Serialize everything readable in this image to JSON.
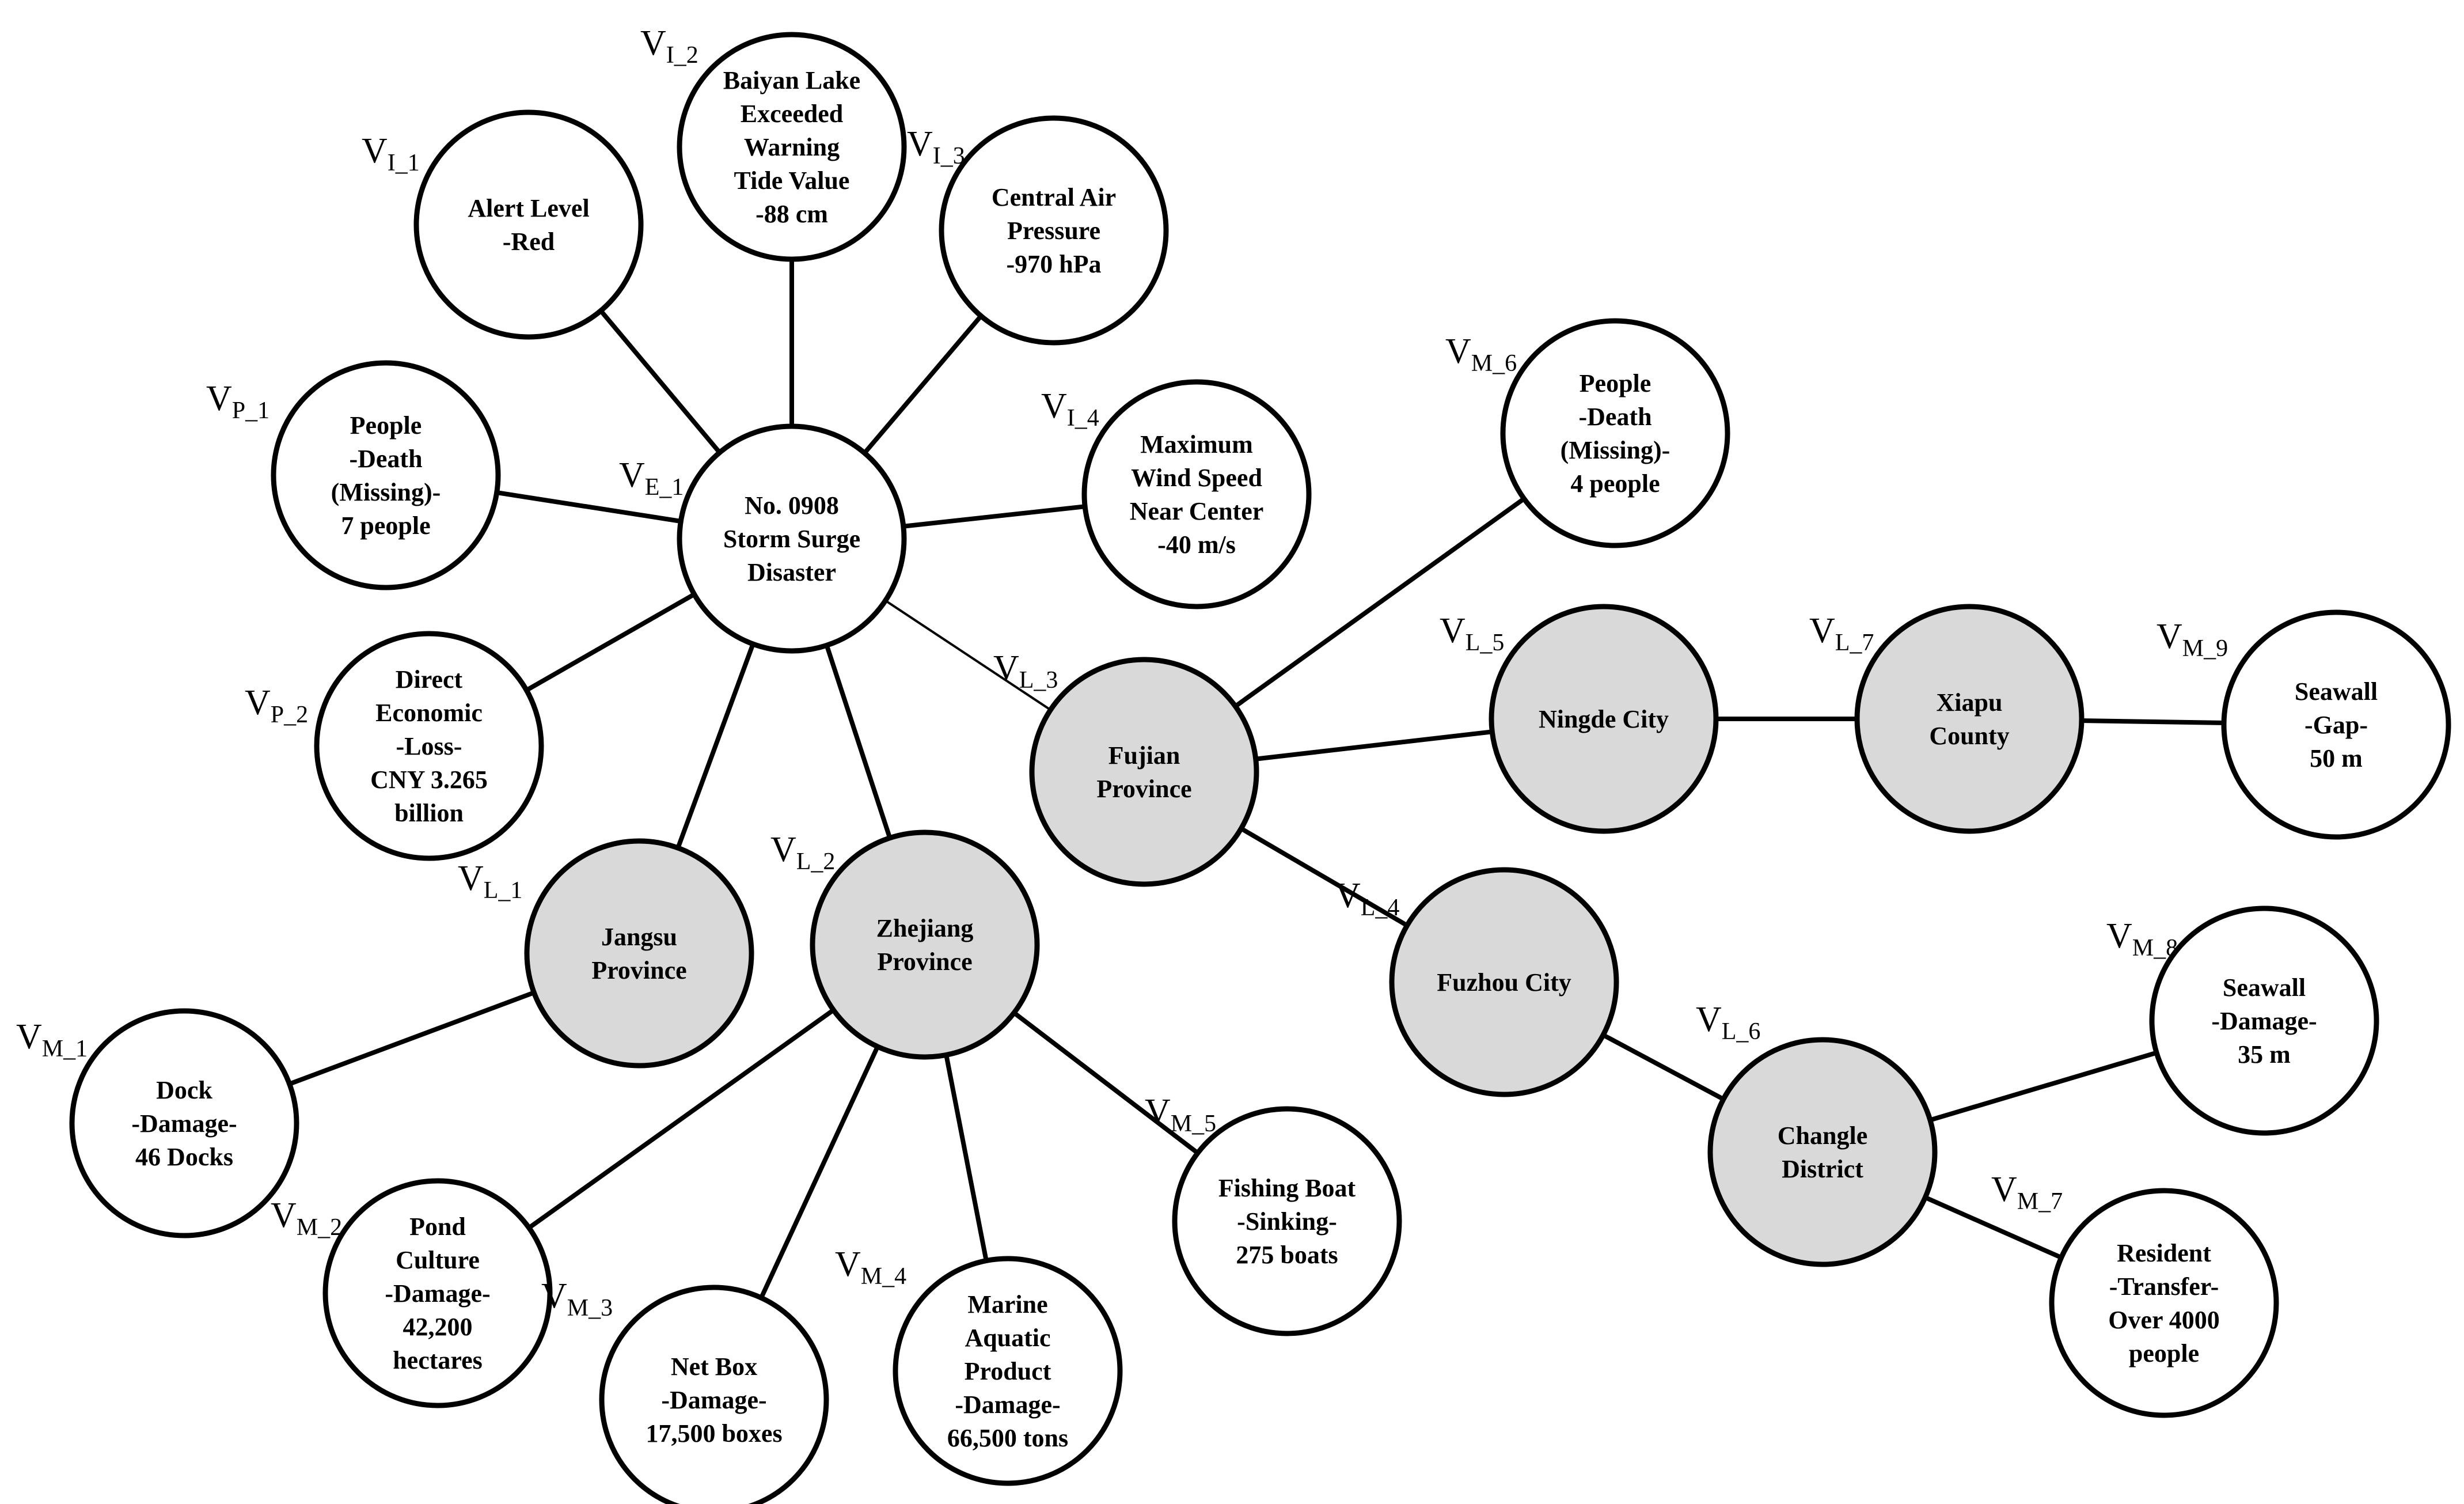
{
  "colors": {
    "event_fill": "#ffffff",
    "location_fill": "#d9d9d9",
    "attribute_fill": "#ffffff",
    "stroke": "#000000"
  },
  "nodes": [
    {
      "id": "E_1",
      "label": {
        "main": "V",
        "sub": "E_1"
      },
      "type": "event",
      "lines": [
        "No. 0908",
        "Storm Surge",
        "Disaster"
      ]
    },
    {
      "id": "I_1",
      "label": {
        "main": "V",
        "sub": "I_1"
      },
      "type": "attribute",
      "lines": [
        "Alert Level",
        "-Red"
      ]
    },
    {
      "id": "I_2",
      "label": {
        "main": "V",
        "sub": "I_2"
      },
      "type": "attribute",
      "lines": [
        "Baiyan Lake",
        "Exceeded",
        "Warning",
        "Tide Value",
        "-88 cm"
      ]
    },
    {
      "id": "I_3",
      "label": {
        "main": "V",
        "sub": "I_3"
      },
      "type": "attribute",
      "lines": [
        "Central Air",
        "Pressure",
        "-970 hPa"
      ]
    },
    {
      "id": "I_4",
      "label": {
        "main": "V",
        "sub": "I_4"
      },
      "type": "attribute",
      "lines": [
        "Maximum",
        "Wind Speed",
        "Near Center",
        "-40 m/s"
      ]
    },
    {
      "id": "P_1",
      "label": {
        "main": "V",
        "sub": "P_1"
      },
      "type": "attribute",
      "lines": [
        "People",
        "-Death",
        "(Missing)-",
        "7 people"
      ]
    },
    {
      "id": "P_2",
      "label": {
        "main": "V",
        "sub": "P_2"
      },
      "type": "attribute",
      "lines": [
        "Direct",
        "Economic",
        "-Loss-",
        "CNY 3.265",
        "billion"
      ]
    },
    {
      "id": "L_1",
      "label": {
        "main": "V",
        "sub": "L_1"
      },
      "type": "location",
      "lines": [
        "Jangsu",
        "Province"
      ]
    },
    {
      "id": "L_2",
      "label": {
        "main": "V",
        "sub": "L_2"
      },
      "type": "location",
      "lines": [
        "Zhejiang",
        "Province"
      ]
    },
    {
      "id": "L_3",
      "label": {
        "main": "V",
        "sub": "L_3"
      },
      "type": "location",
      "lines": [
        "Fujian",
        "Province"
      ]
    },
    {
      "id": "L_4",
      "label": {
        "main": "V",
        "sub": "L_4"
      },
      "type": "location",
      "lines": [
        "Fuzhou City"
      ]
    },
    {
      "id": "L_5",
      "label": {
        "main": "V",
        "sub": "L_5"
      },
      "type": "location",
      "lines": [
        "Ningde City"
      ]
    },
    {
      "id": "L_6",
      "label": {
        "main": "V",
        "sub": "L_6"
      },
      "type": "location",
      "lines": [
        "Changle",
        "District"
      ]
    },
    {
      "id": "L_7",
      "label": {
        "main": "V",
        "sub": "L_7"
      },
      "type": "location",
      "lines": [
        "Xiapu",
        "County"
      ]
    },
    {
      "id": "M_1",
      "label": {
        "main": "V",
        "sub": "M_1"
      },
      "type": "attribute",
      "lines": [
        "Dock",
        "-Damage-",
        "46 Docks"
      ]
    },
    {
      "id": "M_2",
      "label": {
        "main": "V",
        "sub": "M_2"
      },
      "type": "attribute",
      "lines": [
        "Pond",
        "Culture",
        "-Damage-",
        "42,200",
        "hectares"
      ]
    },
    {
      "id": "M_3",
      "label": {
        "main": "V",
        "sub": "M_3"
      },
      "type": "attribute",
      "lines": [
        "Net Box",
        "-Damage-",
        "17,500 boxes"
      ]
    },
    {
      "id": "M_4",
      "label": {
        "main": "V",
        "sub": "M_4"
      },
      "type": "attribute",
      "lines": [
        "Marine",
        "Aquatic",
        "Product",
        "-Damage-",
        "66,500 tons"
      ]
    },
    {
      "id": "M_5",
      "label": {
        "main": "V",
        "sub": "M_5"
      },
      "type": "attribute",
      "lines": [
        "Fishing Boat",
        "-Sinking-",
        "275 boats"
      ]
    },
    {
      "id": "M_6",
      "label": {
        "main": "V",
        "sub": "M_6"
      },
      "type": "attribute",
      "lines": [
        "People",
        "-Death",
        "(Missing)-",
        "4 people"
      ]
    },
    {
      "id": "M_7",
      "label": {
        "main": "V",
        "sub": "M_7"
      },
      "type": "attribute",
      "lines": [
        "Resident",
        "-Transfer-",
        "Over 4000",
        "people"
      ]
    },
    {
      "id": "M_8",
      "label": {
        "main": "V",
        "sub": "M_8"
      },
      "type": "attribute",
      "lines": [
        "Seawall",
        "-Damage-",
        "35 m"
      ]
    },
    {
      "id": "M_9",
      "label": {
        "main": "V",
        "sub": "M_9"
      },
      "type": "attribute",
      "lines": [
        "Seawall",
        "-Gap-",
        "50 m"
      ]
    }
  ],
  "edges": [
    [
      "E_1",
      "I_1"
    ],
    [
      "E_1",
      "I_2"
    ],
    [
      "E_1",
      "I_3"
    ],
    [
      "E_1",
      "I_4"
    ],
    [
      "E_1",
      "P_1"
    ],
    [
      "E_1",
      "P_2"
    ],
    [
      "E_1",
      "L_1"
    ],
    [
      "E_1",
      "L_2"
    ],
    [
      "E_1",
      "L_3"
    ],
    [
      "L_1",
      "M_1"
    ],
    [
      "L_2",
      "M_2"
    ],
    [
      "L_2",
      "M_3"
    ],
    [
      "L_2",
      "M_4"
    ],
    [
      "L_2",
      "M_5"
    ],
    [
      "L_3",
      "M_6"
    ],
    [
      "L_3",
      "L_5"
    ],
    [
      "L_3",
      "L_4"
    ],
    [
      "L_5",
      "L_7"
    ],
    [
      "L_7",
      "M_9"
    ],
    [
      "L_4",
      "L_6"
    ],
    [
      "L_6",
      "M_8"
    ],
    [
      "L_6",
      "M_7"
    ]
  ]
}
